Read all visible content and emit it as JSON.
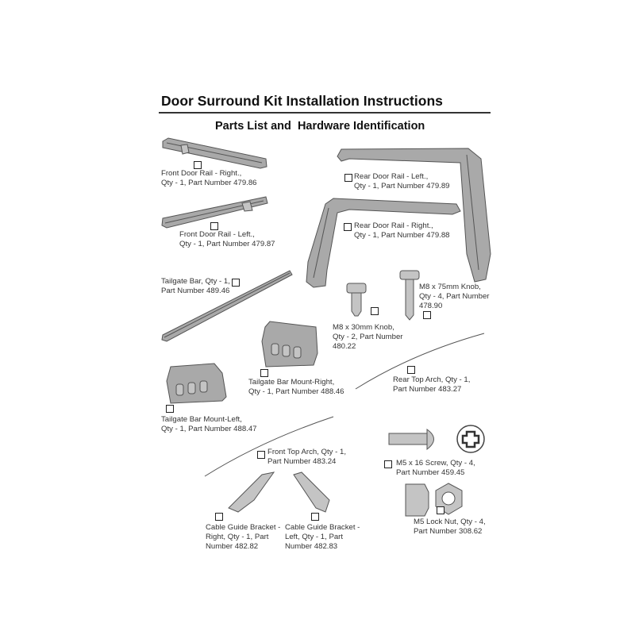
{
  "header": {
    "title": "Door Surround Kit Installation Instructions",
    "subtitle": "Parts List and  Hardware Identification"
  },
  "parts": [
    {
      "id": "front-door-rail-right",
      "lines": [
        "Front Door Rail - Right.,",
        "Qty - 1, Part Number 479.86"
      ]
    },
    {
      "id": "front-door-rail-left",
      "lines": [
        "Front Door Rail - Left.,",
        "Qty - 1, Part Number 479.87"
      ]
    },
    {
      "id": "rear-door-rail-left",
      "lines": [
        "Rear Door Rail - Left.,",
        "Qty - 1, Part Number 479.89"
      ]
    },
    {
      "id": "rear-door-rail-right",
      "lines": [
        "Rear Door Rail - Right.,",
        "Qty - 1, Part Number 479.88"
      ]
    },
    {
      "id": "tailgate-bar",
      "lines": [
        "Tailgate Bar, Qty - 1,",
        "Part Number 489.46"
      ]
    },
    {
      "id": "m8-30mm-knob",
      "lines": [
        "M8 x 30mm Knob,",
        "Qty - 2, Part Number",
        "480.22"
      ]
    },
    {
      "id": "m8-75mm-knob",
      "lines": [
        "M8 x 75mm Knob,",
        "Qty - 4, Part Number",
        "478.90"
      ]
    },
    {
      "id": "tailgate-bar-mount-right",
      "lines": [
        "Tailgate Bar Mount-Right,",
        "Qty - 1, Part Number 488.46"
      ]
    },
    {
      "id": "rear-top-arch",
      "lines": [
        "Rear Top Arch, Qty - 1,",
        "Part Number 483.27"
      ]
    },
    {
      "id": "tailgate-bar-mount-left",
      "lines": [
        "Tailgate Bar Mount-Left,",
        "Qty - 1, Part Number 488.47"
      ]
    },
    {
      "id": "front-top-arch",
      "lines": [
        "Front Top Arch, Qty - 1,",
        "Part Number 483.24"
      ]
    },
    {
      "id": "m5-screw",
      "lines": [
        "M5 x 16 Screw, Qty - 4,",
        "Part Number 459.45"
      ]
    },
    {
      "id": "m5-lock-nut",
      "lines": [
        "M5 Lock Nut, Qty - 4,",
        "Part Number 308.62"
      ]
    },
    {
      "id": "cable-guide-bracket-right",
      "lines": [
        "Cable Guide Bracket -",
        "Right, Qty - 1, Part",
        "Number 482.82"
      ]
    },
    {
      "id": "cable-guide-bracket-left",
      "lines": [
        "Cable Guide Bracket -",
        "Left, Qty - 1, Part",
        "Number 482.83"
      ]
    }
  ]
}
